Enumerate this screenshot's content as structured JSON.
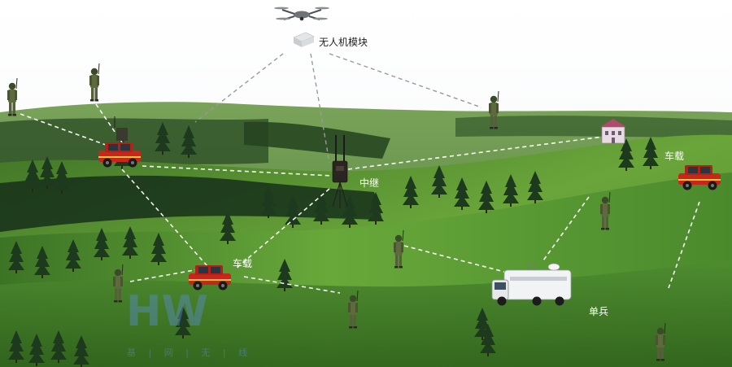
{
  "labels": {
    "drone_module": "无人机模块",
    "relay": "中继",
    "vehicle_left": "车载",
    "vehicle_right": "车载",
    "soldier": "单兵"
  },
  "watermark": {
    "logo": "HW",
    "text": "基 | 网 | 无 | 线"
  },
  "colors": {
    "sky": "#ffffff",
    "grass_light": "#6fae3d",
    "grass_dark": "#2f5e1c",
    "forest": "#1f3d22",
    "vehicle_red": "#c8261c",
    "link": "#ffffff",
    "watermark": "#5a8bc8"
  },
  "icons": [
    "drone-icon",
    "module-icon",
    "relay-radio-icon",
    "vehicle-icon",
    "soldier-icon",
    "command-truck-icon",
    "building-icon"
  ]
}
